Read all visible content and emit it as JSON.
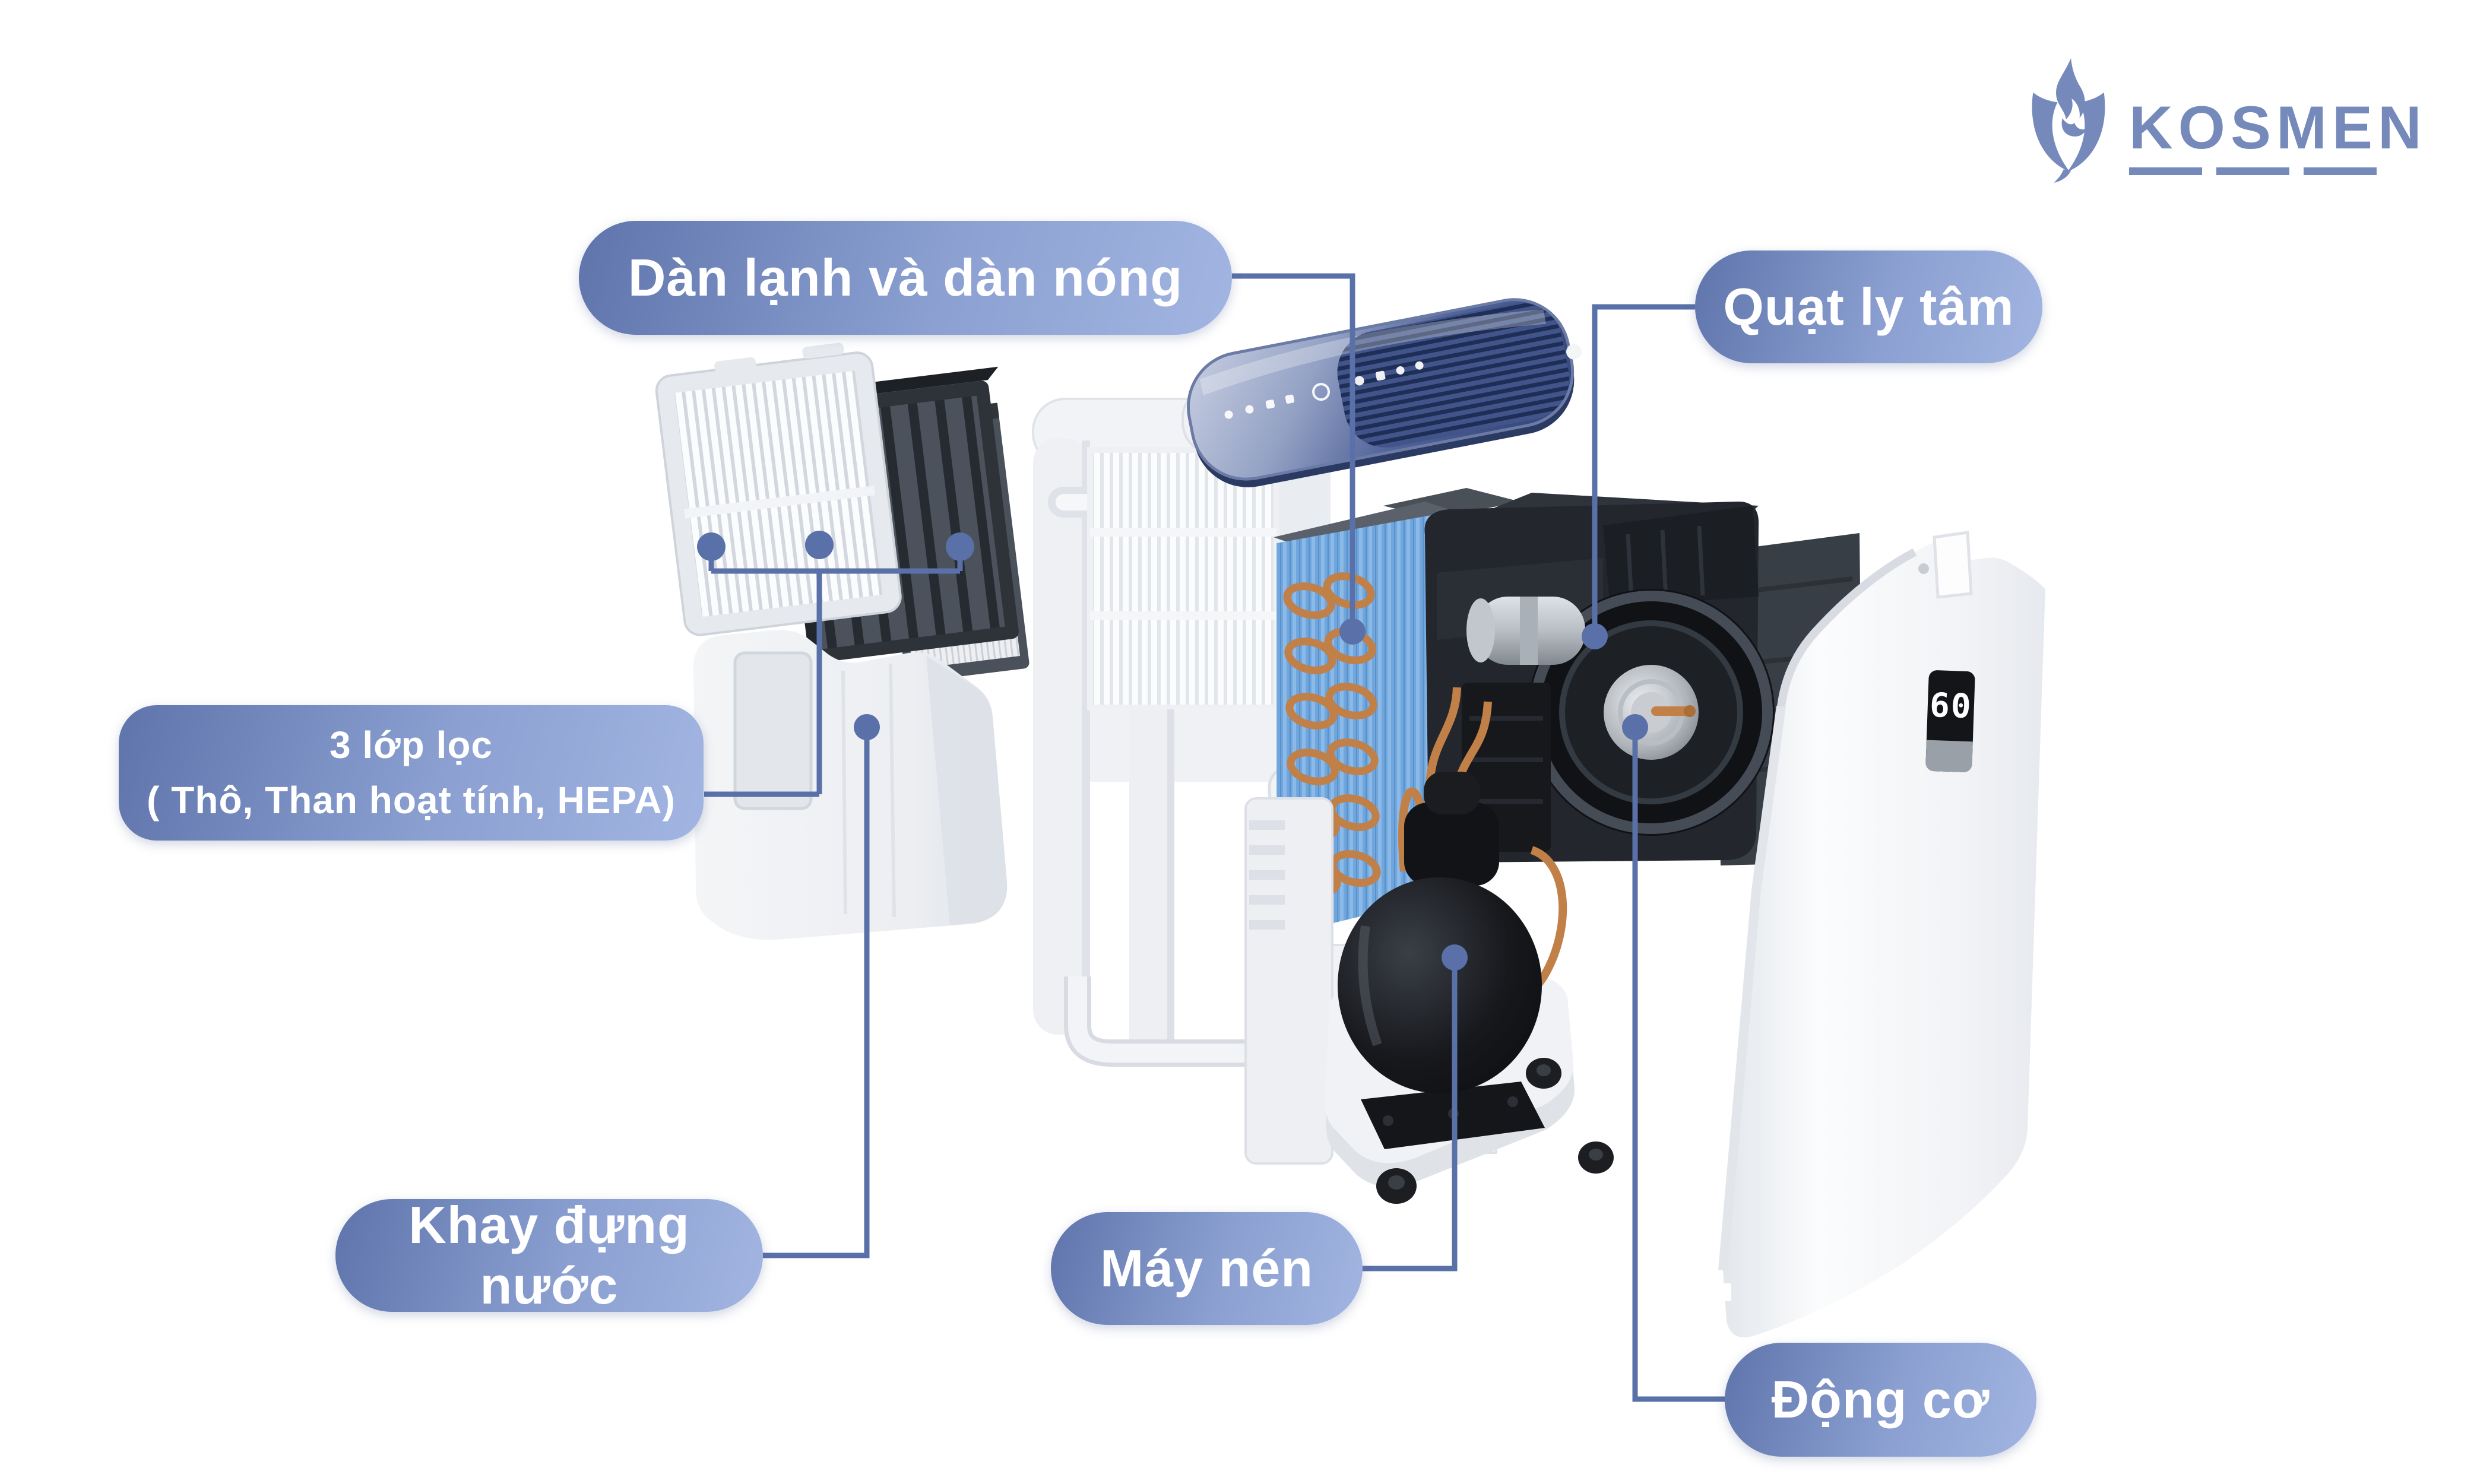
{
  "brand": {
    "name": "KOSMEN",
    "logo_icon": "phoenix-icon"
  },
  "callouts": {
    "evaporator_condenser": {
      "label": "Dàn lạnh và dàn nóng"
    },
    "centrifugal_fan": {
      "label": "Quạt ly tâm"
    },
    "filters": {
      "label_line1": "3 lớp lọc",
      "label_line2": "( Thô, Than hoạt tính, HEPA)"
    },
    "water_tray": {
      "label": "Khay đựng nước"
    },
    "compressor": {
      "label": "Máy nén"
    },
    "motor": {
      "label": "Động cơ"
    }
  },
  "device": {
    "display_value": "60",
    "control_icon_count": 9
  },
  "colors": {
    "accent": "#5a70a8",
    "connector": "#5a70a8",
    "pill_from": "#5f74ab",
    "pill_to": "#a2b5e2",
    "logo": "#7589bb",
    "cover_navy": "#3c4e80",
    "fins_blue": "#6fa6dd",
    "copper": "#c08048",
    "display_bg": "#141518",
    "display_text": "#ffffff"
  }
}
